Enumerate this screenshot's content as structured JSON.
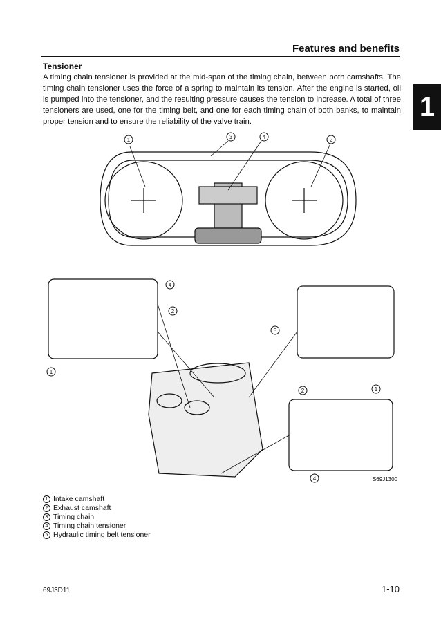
{
  "header": {
    "title": "Features and benefits"
  },
  "section_tab": "1",
  "section": {
    "heading": "Tensioner",
    "body": "A timing chain tensioner is provided at the mid-span of the timing chain, between both camshafts. The timing chain tensioner uses the force of a spring to maintain its tension. After the engine is started, oil is pumped into the tensioner, and the resulting pressure causes the tension to increase. A total of three tensioners are used, one for the timing belt, and one for each timing chain of both banks, to maintain proper tension and to ensure the reliability of the valve train."
  },
  "figure_top": {
    "callouts": [
      "1",
      "3",
      "4",
      "2"
    ]
  },
  "figure_bottom": {
    "callouts": [
      "4",
      "2",
      "1",
      "5",
      "2",
      "1",
      "4"
    ],
    "code": "S69J1300"
  },
  "legend": [
    {
      "num": "1",
      "label": "Intake camshaft"
    },
    {
      "num": "2",
      "label": "Exhaust camshaft"
    },
    {
      "num": "3",
      "label": "Timing chain"
    },
    {
      "num": "4",
      "label": "Timing chain tensioner"
    },
    {
      "num": "5",
      "label": "Hydraulic timing belt tensioner"
    }
  ],
  "footer": {
    "code": "69J3D11",
    "page": "1-10"
  }
}
